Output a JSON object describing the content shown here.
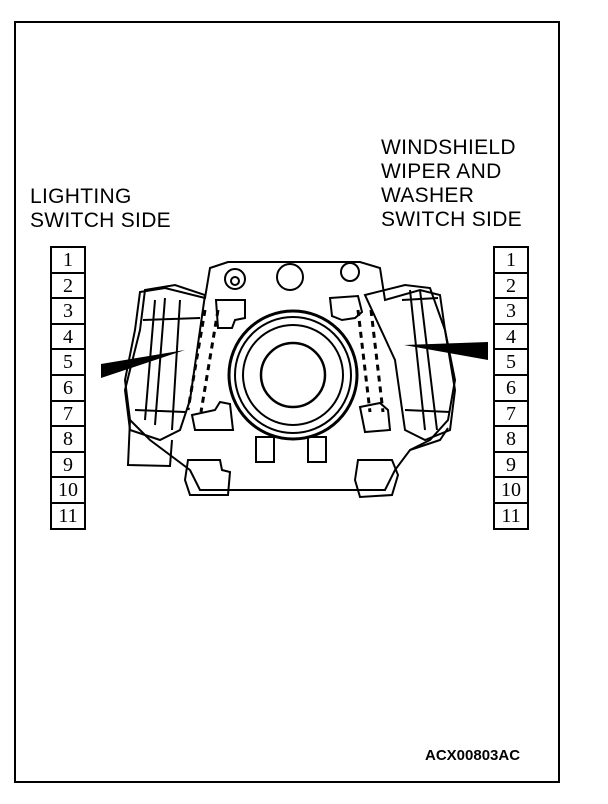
{
  "left_label": {
    "lines": [
      "LIGHTING",
      "SWITCH SIDE"
    ]
  },
  "right_label": {
    "lines": [
      "WINDSHIELD",
      "WIPER AND",
      "WASHER",
      "SWITCH SIDE"
    ]
  },
  "left_terminals": [
    "1",
    "2",
    "3",
    "4",
    "5",
    "6",
    "7",
    "8",
    "9",
    "10",
    "11"
  ],
  "right_terminals": [
    "1",
    "2",
    "3",
    "4",
    "5",
    "6",
    "7",
    "8",
    "9",
    "10",
    "11"
  ],
  "figure_code": "ACX00803AC"
}
